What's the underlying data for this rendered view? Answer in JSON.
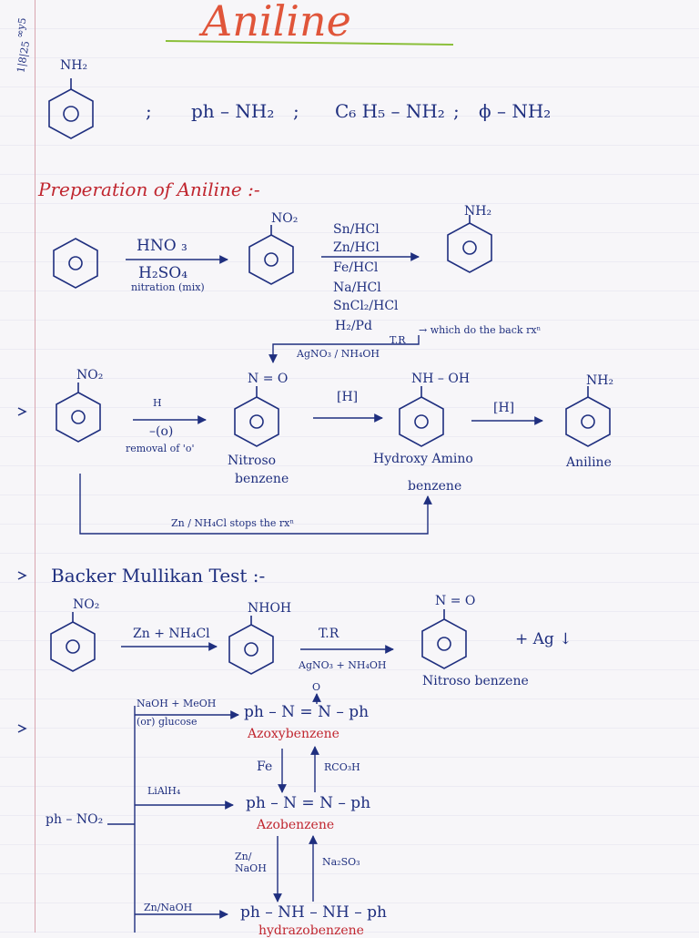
{
  "date": {
    "line1": "∞y5",
    "line2": "1|8|25"
  },
  "title": "Aniline",
  "formulas": {
    "benzene_label": "NH₂",
    "f1": "ph – NH₂",
    "f2": "C₆ H₅ – NH₂",
    "f3": "ϕ – NH₂",
    "sep": ";"
  },
  "section_prep": "Preperation of Aniline :-",
  "prep": {
    "reagent_top": "HNO ₃",
    "reagent_bottom": "H₂SO₄",
    "reagent_note": "nitration (mix)",
    "nitro_label": "NO₂",
    "reductants": [
      "Sn/HCl",
      "Zn/HCl",
      "Fe/HCl",
      "Na/HCl",
      "SnCl₂/HCl",
      "H₂/Pd"
    ],
    "product_label": "NH₂",
    "tr_label": "T.R",
    "back_note": "→ which do the back rxⁿ",
    "agno3": "AgNO₃ / NH₄OH"
  },
  "mech": {
    "nitro_label": "NO₂",
    "step1_top": "H",
    "step1_bottom": "–(o)",
    "step1_note": "removal of 'o'",
    "nitroso_label": "N = O",
    "nitroso_name_1": "Nitroso",
    "nitroso_name_2": "benzene",
    "h_label": "[H]",
    "hydroxy_label": "NH – OH",
    "hydroxy_name_1": "Hydroxy Amino",
    "hydroxy_name_2": "benzene",
    "h_label2": "[H]",
    "aniline_label": "NH₂",
    "aniline_name": "Aniline",
    "stop_note": "Zn / NH₄Cl  stops  the  rxⁿ"
  },
  "section_test": "Backer Mullikan Test :-",
  "test": {
    "nitro_label": "NO₂",
    "reagent1": "Zn + NH₄Cl",
    "hydroxy_label": "NHOH",
    "reagent2_top": "T.R",
    "reagent2_bottom": "AgNO₃ + NH₄OH",
    "nitroso_label": "N = O",
    "plus_ag": "+ Ag ↓",
    "nitroso_name": "Nitroso benzene"
  },
  "red": {
    "start": "ph – NO₂",
    "r1_top": "NaOH + MeOH",
    "r1_bottom": "(or) glucose",
    "azoxy": "ph – N = N – ph",
    "azoxy_o": "O",
    "azoxy_name": "Azoxybenzene",
    "fe": "Fe",
    "rco3h": "RCO₃H",
    "r2": "LiAlH₄",
    "azo": "ph – N = N – ph",
    "azo_name": "Azobenzene",
    "zn_naoh": "Zn/ NaOH",
    "na2so3": "Na₂SO₃",
    "r3": "Zn/NaOH",
    "hydrazo": "ph – NH – NH – ph",
    "hydrazo_name": "hydrazobenzene"
  },
  "colors": {
    "ink": "#1f2f7f",
    "title": "#e0553a",
    "red": "#c0262f",
    "underline": "#8bbf3a"
  }
}
